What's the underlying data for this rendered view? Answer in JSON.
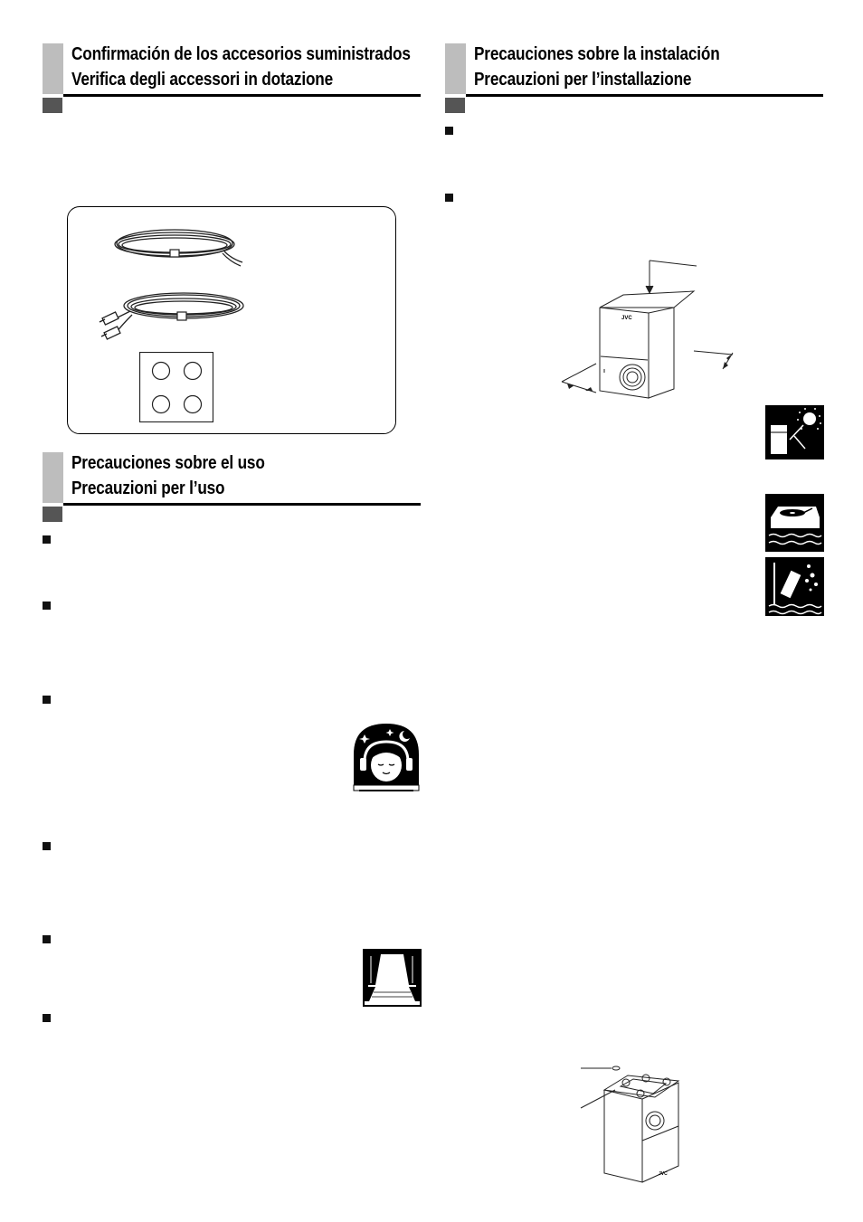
{
  "sections": {
    "accessories": {
      "title_es": "Confirmación de los accesorios suministrados",
      "title_it": "Verifica degli accessori in dotazione"
    },
    "usage": {
      "title_es": "Precauciones sobre el uso",
      "title_it": "Precauzioni per l’uso"
    },
    "installation": {
      "title_es": "Precauciones sobre la instalación",
      "title_it": "Precauzioni per l’installazione"
    }
  },
  "icons": {
    "accessories": [
      "speaker-cord-icon",
      "rca-pin-cord-icon",
      "foot-pads-icon"
    ],
    "usage": [
      "headphones-night-icon",
      "window-curtain-icon"
    ],
    "installation": [
      "sunlight-icon",
      "turntable-vibration-icon",
      "water-moisture-icon"
    ]
  },
  "speaker_label": "JVC"
}
